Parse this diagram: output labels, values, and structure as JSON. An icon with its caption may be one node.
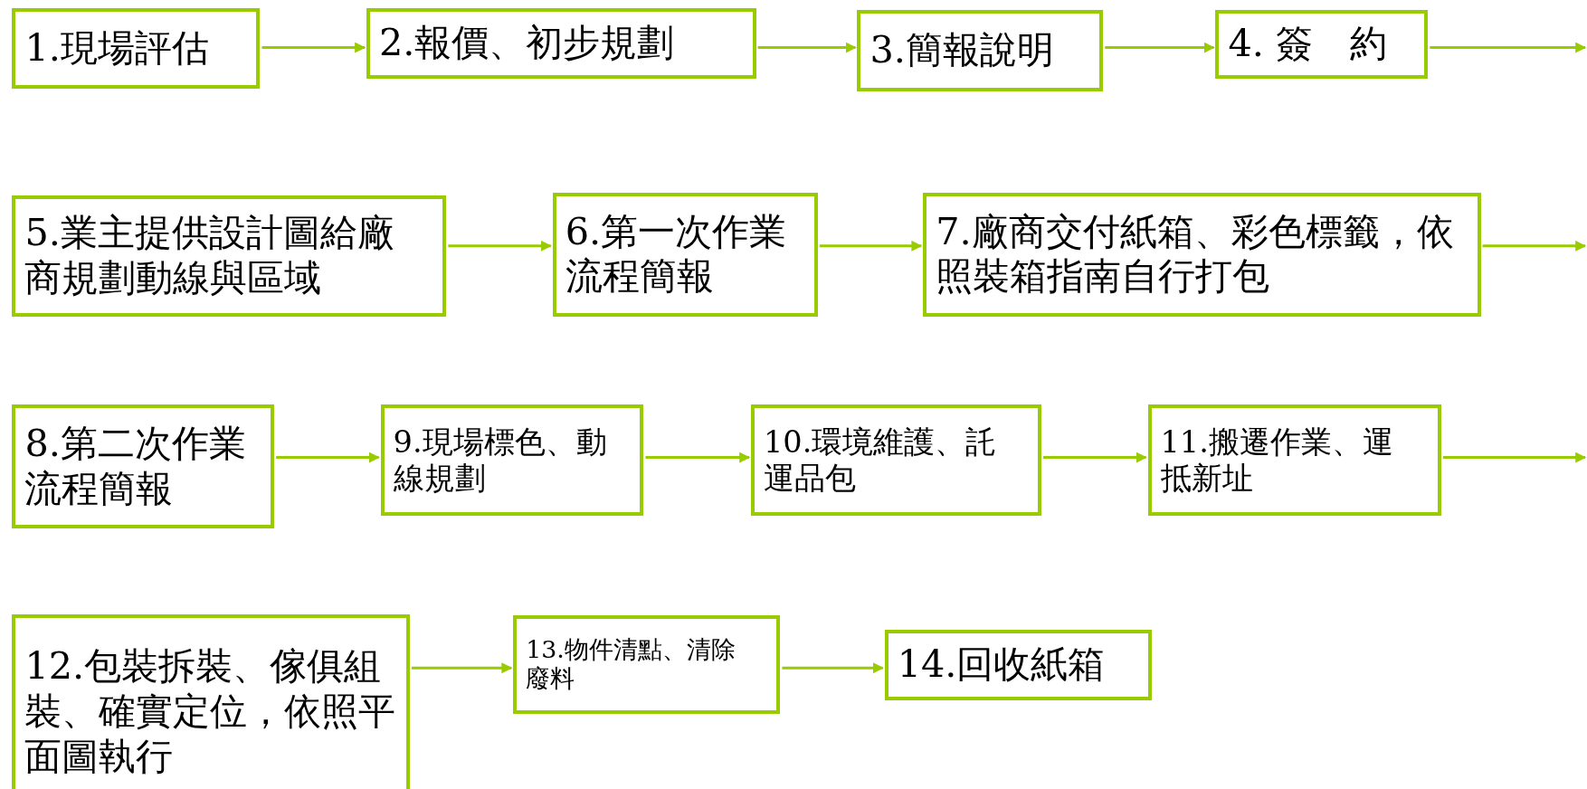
{
  "diagram": {
    "nodes": [
      {
        "text": [
          "1.現場評估"
        ]
      },
      {
        "text": [
          "2.報價、初步規劃"
        ]
      },
      {
        "text": [
          "3.簡報說明"
        ]
      },
      {
        "text": [
          "4. 簽　約"
        ]
      },
      {
        "text": [
          "5.業主提供設計圖給廠商規劃動線與區域"
        ]
      },
      {
        "text": [
          "6.第一次作業流程簡報"
        ]
      },
      {
        "text": [
          "7.廠商交付紙箱、彩色標籤，依照裝箱指南自行打包"
        ]
      },
      {
        "text": [
          "8.第二次作業流程簡報"
        ]
      },
      {
        "text": [
          "9.現場標色、動線規劃"
        ]
      },
      {
        "text": [
          "10.環境維護、託運品包"
        ]
      },
      {
        "text": [
          "11.搬遷作業、運抵新址"
        ]
      },
      {
        "text": [
          "12.包裝拆裝、傢俱組裝、確實定位，依照平面圖執行"
        ]
      },
      {
        "text": [
          "13.物件清點、清除廢料"
        ]
      },
      {
        "text": [
          "14.回收紙箱"
        ]
      }
    ],
    "edges": [
      {
        "from": 0,
        "to": 1,
        "arrow": "to"
      },
      {
        "from": 1,
        "to": 2,
        "arrow": "to"
      },
      {
        "from": 2,
        "to": 3,
        "arrow": "to"
      },
      {
        "from": 3,
        "to": null,
        "arrow": "to"
      },
      {
        "from": 4,
        "to": 5,
        "arrow": "to"
      },
      {
        "from": 5,
        "to": 6,
        "arrow": "to"
      },
      {
        "from": 6,
        "to": null,
        "arrow": "to"
      },
      {
        "from": 7,
        "to": 8,
        "arrow": "to"
      },
      {
        "from": 8,
        "to": 9,
        "arrow": "to"
      },
      {
        "from": 9,
        "to": 10,
        "arrow": "to"
      },
      {
        "from": 10,
        "to": null,
        "arrow": "to"
      },
      {
        "from": 11,
        "to": 12,
        "arrow": "to"
      },
      {
        "from": 12,
        "to": 13,
        "arrow": "to"
      }
    ]
  }
}
